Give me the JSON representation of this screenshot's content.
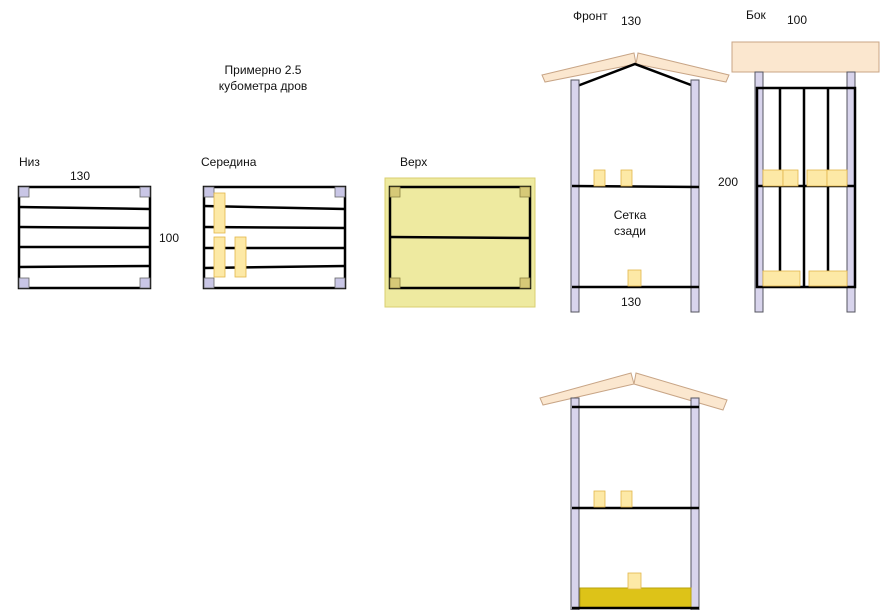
{
  "note": {
    "line1": "Примерно 2.5",
    "line2": "кубометра дров"
  },
  "bottom": {
    "title": "Низ",
    "width": "130",
    "depth": "100"
  },
  "middle": {
    "title": "Середина"
  },
  "top": {
    "title": "Верх"
  },
  "front": {
    "title": "Фронт",
    "width_top": "130",
    "width_bottom": "130",
    "height": "200",
    "mesh_line1": "Сетка",
    "mesh_line2": "сзади"
  },
  "side": {
    "title": "Бок",
    "width": "100"
  },
  "colors": {
    "line": "#000000",
    "post": "#d8d4ec",
    "post_stroke": "#55555f",
    "block": "#fde9a6",
    "block_stroke": "#e2b64a",
    "roof": "#fbe7cf",
    "roof_stroke": "#c8a586",
    "top_fill": "#eeeaa0",
    "top_stroke": "#c9bd45",
    "wood_fill": "#ddc318",
    "corner": "#c9c6e6"
  }
}
